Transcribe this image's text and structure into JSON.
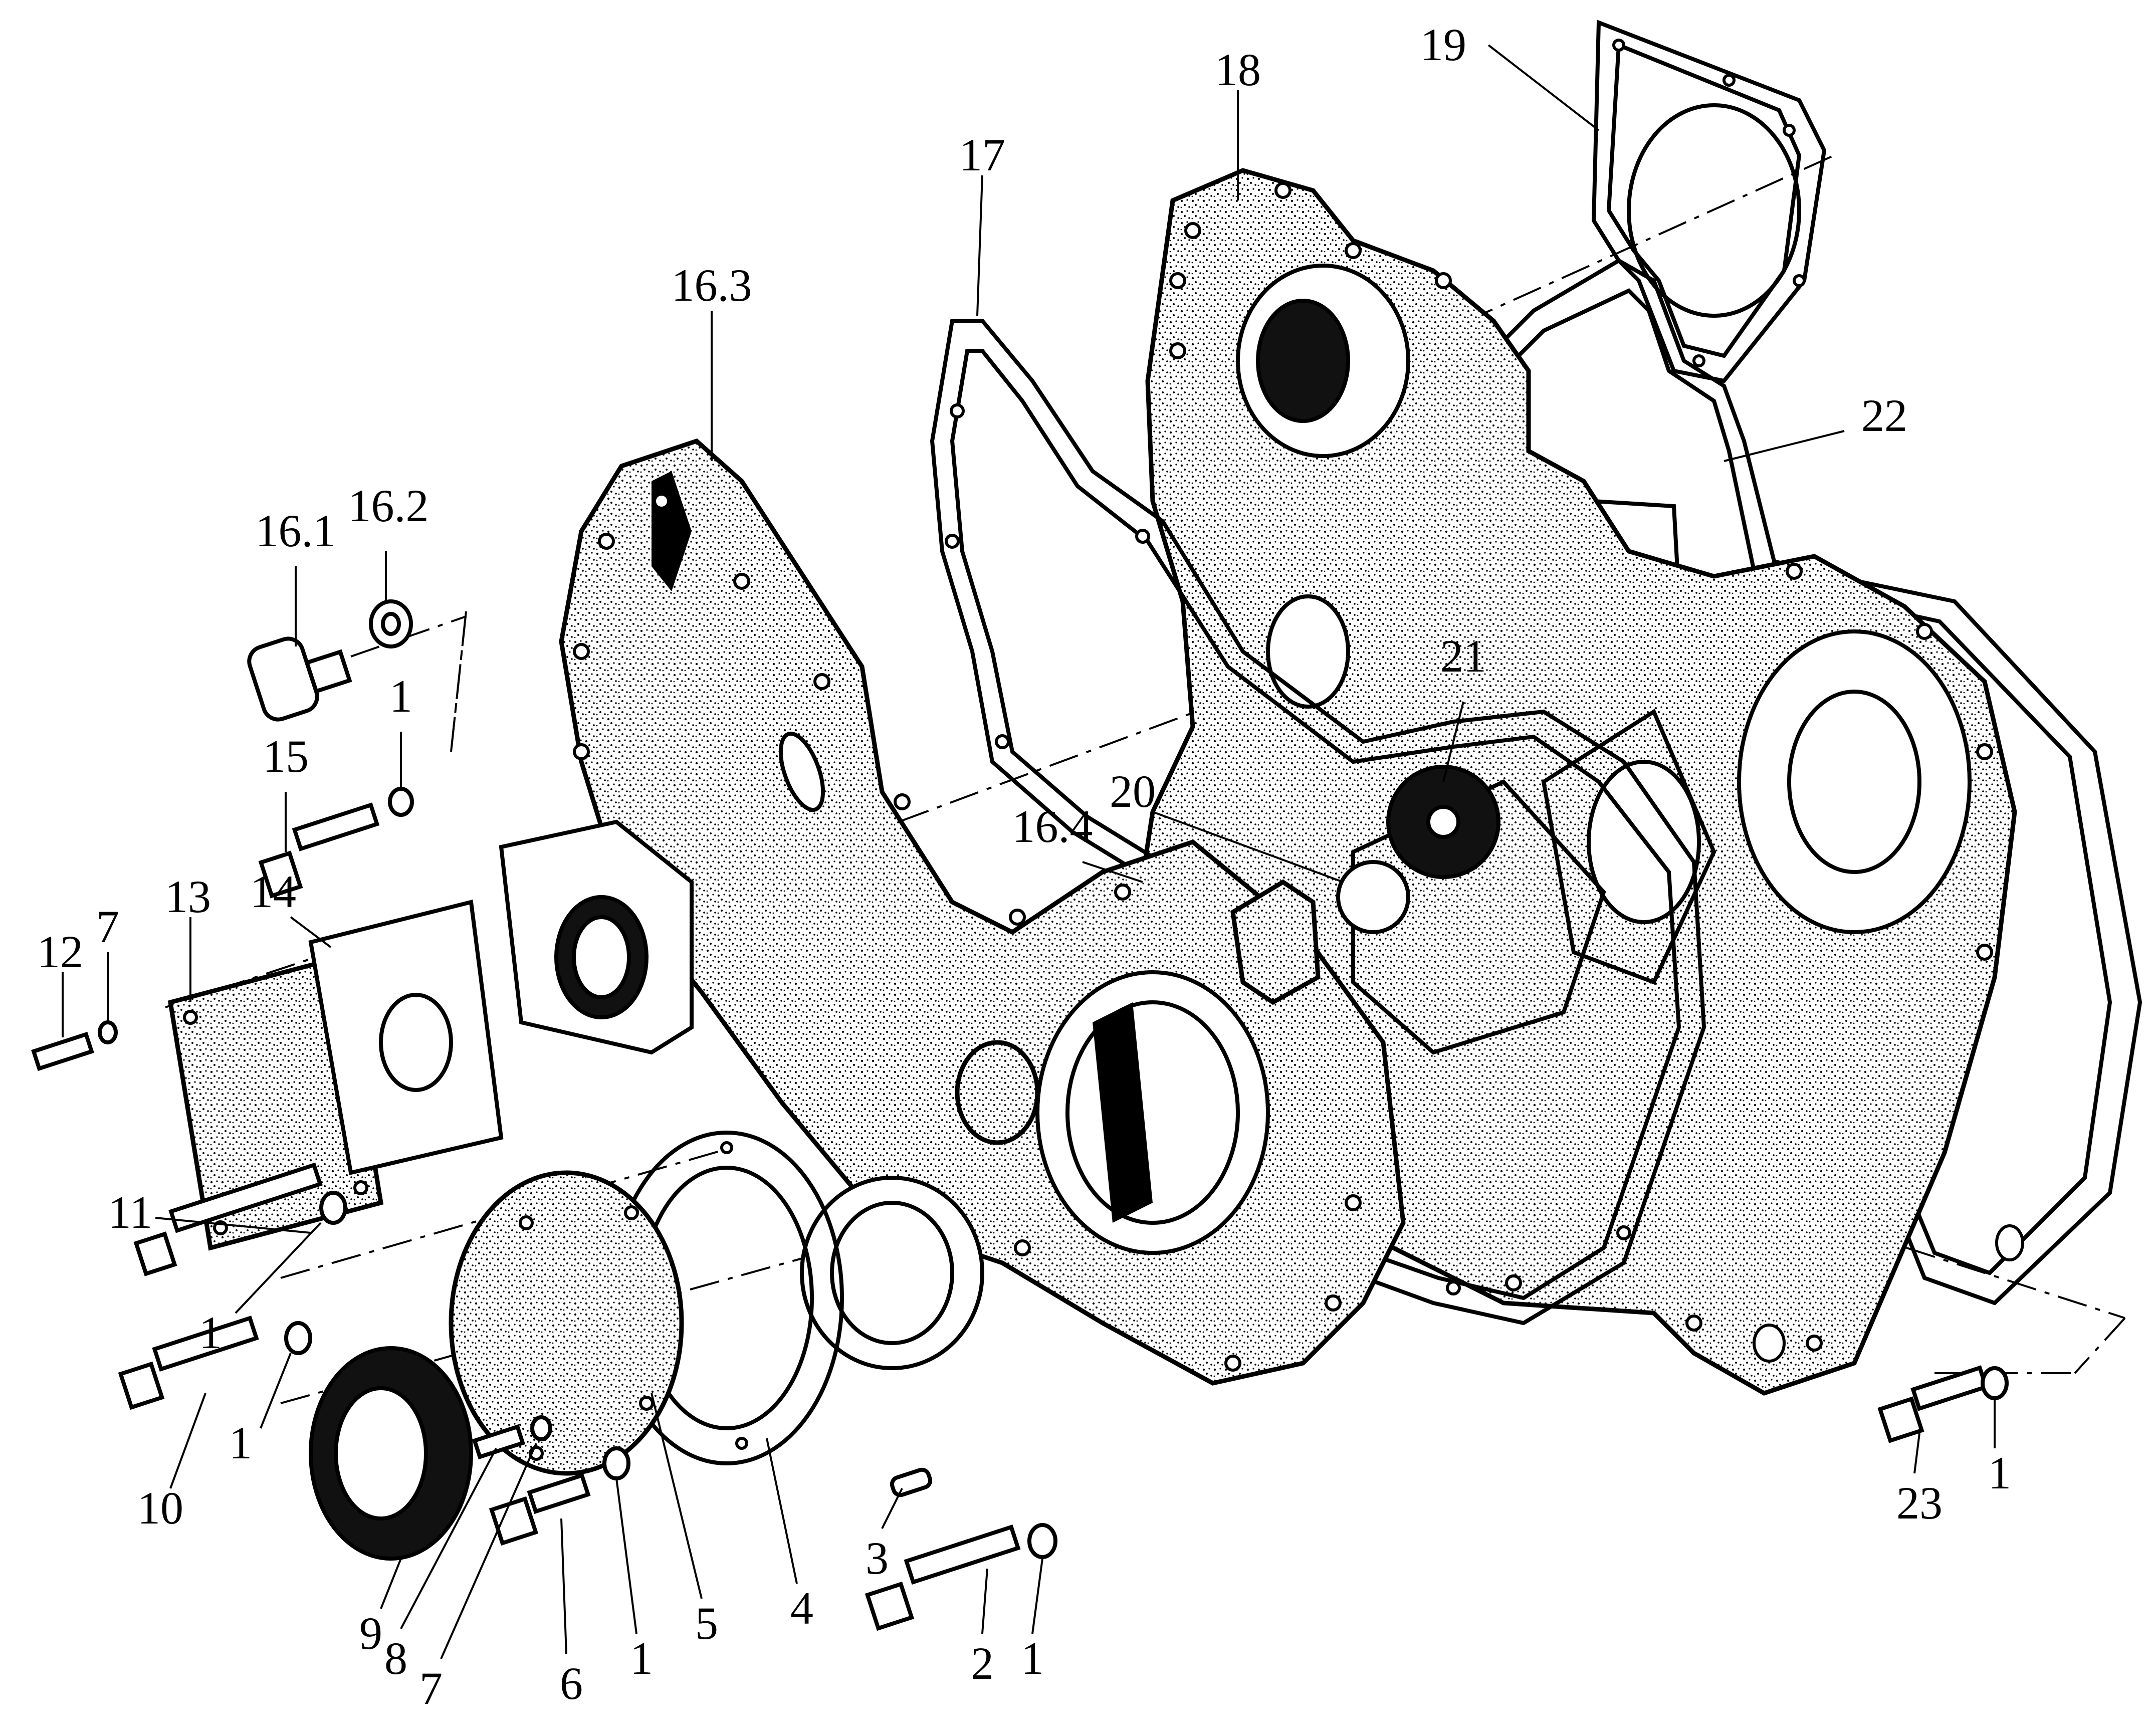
{
  "labels": [
    {
      "key": "18",
      "text": "18"
    },
    {
      "key": "19",
      "text": "19"
    },
    {
      "key": "17",
      "text": "17"
    },
    {
      "key": "16.3",
      "text": "16.3"
    },
    {
      "key": "22",
      "text": "22"
    },
    {
      "key": "16.1",
      "text": "16.1"
    },
    {
      "key": "16.2",
      "text": "16.2"
    },
    {
      "key": "21",
      "text": "21"
    },
    {
      "key": "15",
      "text": "15"
    },
    {
      "key": "1a",
      "text": "1"
    },
    {
      "key": "20",
      "text": "20"
    },
    {
      "key": "16.4",
      "text": "16.4"
    },
    {
      "key": "13",
      "text": "13"
    },
    {
      "key": "14",
      "text": "14"
    },
    {
      "key": "12",
      "text": "12"
    },
    {
      "key": "7a",
      "text": "7"
    },
    {
      "key": "11",
      "text": "11"
    },
    {
      "key": "1b",
      "text": "1"
    },
    {
      "key": "1c",
      "text": "1"
    },
    {
      "key": "10",
      "text": "10"
    },
    {
      "key": "9",
      "text": "9"
    },
    {
      "key": "8",
      "text": "8"
    },
    {
      "key": "7b",
      "text": "7"
    },
    {
      "key": "6",
      "text": "6"
    },
    {
      "key": "1d",
      "text": "1"
    },
    {
      "key": "5",
      "text": "5"
    },
    {
      "key": "4",
      "text": "4"
    },
    {
      "key": "3",
      "text": "3"
    },
    {
      "key": "2",
      "text": "2"
    },
    {
      "key": "1e",
      "text": "1"
    },
    {
      "key": "23",
      "text": "23"
    },
    {
      "key": "1f",
      "text": "1"
    }
  ]
}
